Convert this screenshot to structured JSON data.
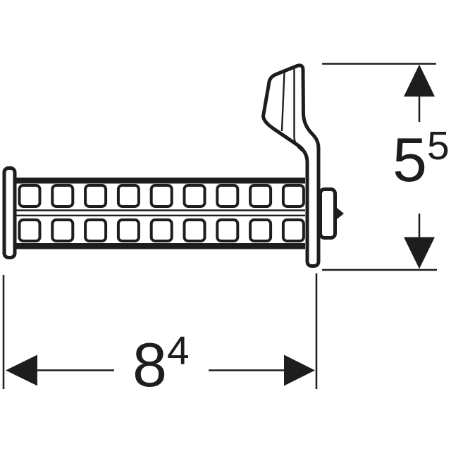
{
  "figure": {
    "kind": "technical-drawing-side-view",
    "background_color": "#ffffff",
    "line_color": "#1d1d1d"
  },
  "dimensions": {
    "width": {
      "value": "8",
      "superscript": "4"
    },
    "height": {
      "value": "5",
      "superscript": "5"
    }
  },
  "grid": {
    "rows": 2,
    "columns": 9
  }
}
